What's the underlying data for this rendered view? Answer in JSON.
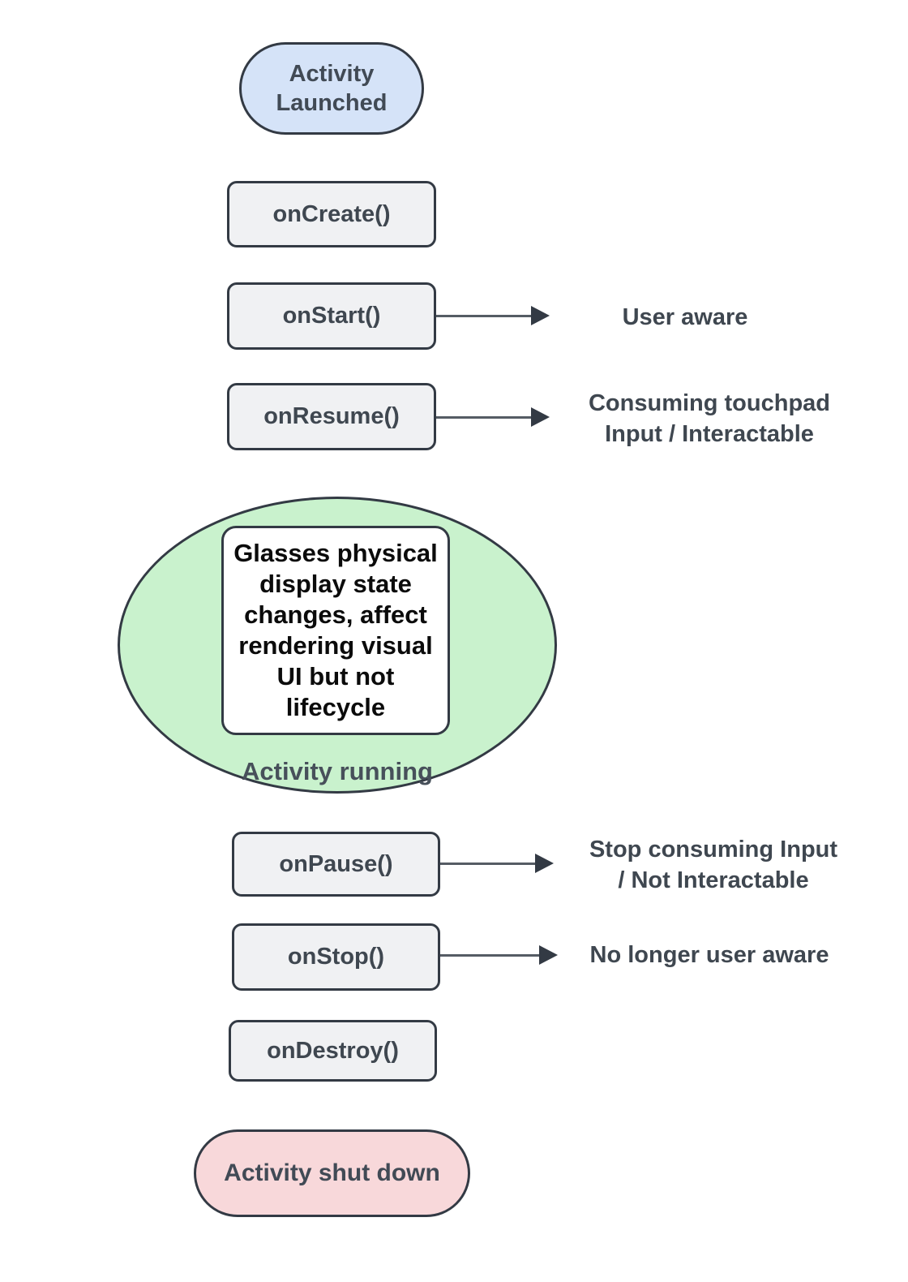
{
  "palette": {
    "background": "#ffffff",
    "border": "#333a44",
    "process_fill": "#f0f1f3",
    "label_text": "#3f4750",
    "launched_fill": "#d5e3f8",
    "running_fill": "#c9f2cd",
    "shutdown_fill": "#f8d8da",
    "arrow_line": "#555c64",
    "note_text": "#0b0b0b"
  },
  "nodes": {
    "activity_launched": {
      "label": "Activity\nLaunched"
    },
    "on_create": {
      "label": "onCreate()"
    },
    "on_start": {
      "label": "onStart()",
      "annotation": "User aware"
    },
    "on_resume": {
      "label": "onResume()",
      "annotation": "Consuming touchpad\nInput / Interactable"
    },
    "activity_running": {
      "label": "Activity running",
      "note": "Glasses physical\ndisplay state\nchanges, affect\nrendering visual\nUI but not\nlifecycle"
    },
    "on_pause": {
      "label": "onPause()",
      "annotation": "Stop consuming Input\n/ Not Interactable"
    },
    "on_stop": {
      "label": "onStop()",
      "annotation": "No longer user aware"
    },
    "on_destroy": {
      "label": "onDestroy()"
    },
    "activity_shut_down": {
      "label": "Activity shut down"
    }
  }
}
